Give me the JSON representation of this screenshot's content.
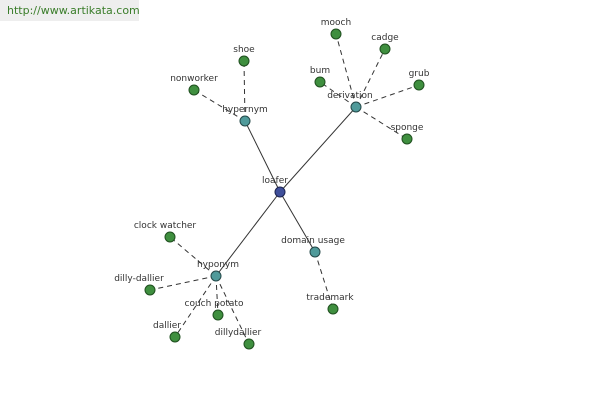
{
  "watermark": {
    "url": "http://www.artikata.com"
  },
  "colors": {
    "leaf": "#3f8f3f",
    "relation": "#4f9a9a",
    "root": "#3f4f9a"
  },
  "graph": {
    "root": {
      "id": "loafer",
      "label": "loafer"
    },
    "relations": [
      {
        "id": "hypernym",
        "label": "hypernym",
        "children": [
          "shoe",
          "nonworker"
        ]
      },
      {
        "id": "derivation",
        "label": "derivation",
        "children": [
          "mooch",
          "cadge",
          "bum",
          "grub",
          "sponge"
        ]
      },
      {
        "id": "domain-usage",
        "label": "domain usage",
        "children": [
          "trademark"
        ]
      },
      {
        "id": "hyponym",
        "label": "hyponym",
        "children": [
          "clock watcher",
          "dilly-dallier",
          "couch potato",
          "dallier",
          "dillydallier"
        ]
      }
    ]
  }
}
